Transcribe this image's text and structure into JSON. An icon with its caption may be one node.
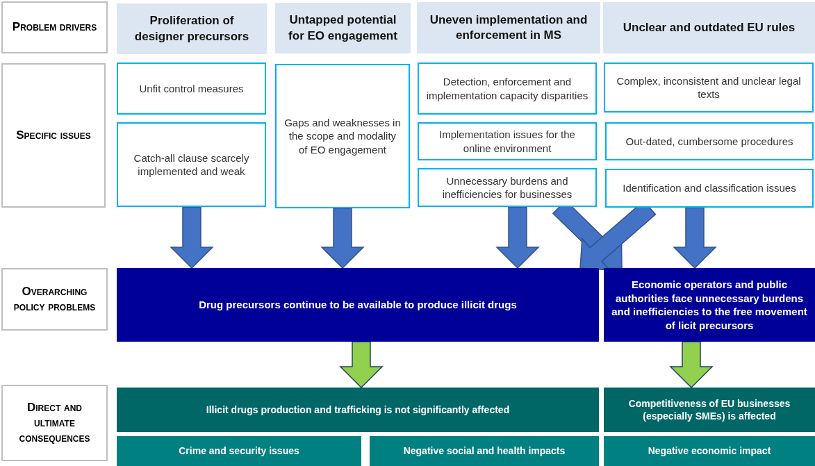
{
  "diagram": {
    "nodes": [
      {
        "text": [
          "Problem drivers"
        ]
      },
      {
        "text": [
          "Proliferation of designer precursors"
        ]
      },
      {
        "text": [
          "Untapped potential for EO engagement"
        ]
      },
      {
        "text": [
          "Uneven implementation and enforcement in MS"
        ]
      },
      {
        "text": [
          "Unclear and outdated EU rules"
        ]
      },
      {
        "text": [
          "Specific issues"
        ]
      },
      {
        "text": [
          "Unfit control measures"
        ]
      },
      {
        "text": [
          "Catch-all clause scarcely implemented and weak"
        ]
      },
      {
        "text": [
          "Gaps and weaknesses in the scope and modality of EO engagement"
        ]
      },
      {
        "text": [
          "Detection, enforcement and implementation capacity disparities"
        ]
      },
      {
        "text": [
          "Complex, inconsistent and unclear legal texts"
        ]
      },
      {
        "text": [
          "Implementation issues for the online environment"
        ]
      },
      {
        "text": [
          "Out-dated, cumbersome procedures"
        ]
      },
      {
        "text": [
          "Unnecessary burdens and inefficiencies for businesses"
        ]
      },
      {
        "text": [
          "Identification and classification issues"
        ]
      },
      {
        "text": [
          "Overarching policy problems"
        ]
      },
      {
        "text": [
          "Drug precursors continue to be available to produce illicit drugs"
        ]
      },
      {
        "text": [
          "Economic operators and public authorities face unnecessary burdens and inefficiencies to the free movement of licit precursors"
        ]
      },
      {
        "text": [
          "Direct and ultimate consequences"
        ]
      },
      {
        "text": [
          "Illicit drugs production and trafficking is not significantly affected"
        ]
      },
      {
        "text": [
          "Competitiveness of EU businesses (especially SMEs) is affected"
        ]
      },
      {
        "text": [
          "Crime and security issues"
        ]
      },
      {
        "text": [
          "Negative social and health impacts"
        ]
      },
      {
        "text": [
          "Negative economic impact"
        ]
      }
    ],
    "edges": [
      {
        "from": 7,
        "to": 16,
        "arrow": "to"
      },
      {
        "from": 8,
        "to": 16,
        "arrow": "to"
      },
      {
        "from": 13,
        "to": 16,
        "arrow": "to"
      },
      {
        "from": 13,
        "to": 17,
        "arrow": "to"
      },
      {
        "from": 14,
        "to": 16,
        "arrow": "to"
      },
      {
        "from": 14,
        "to": 17,
        "arrow": "to"
      },
      {
        "from": 16,
        "to": 19,
        "arrow": "to",
        "color": "#92d050"
      },
      {
        "from": 17,
        "to": 20,
        "arrow": "to",
        "color": "#92d050"
      }
    ]
  }
}
